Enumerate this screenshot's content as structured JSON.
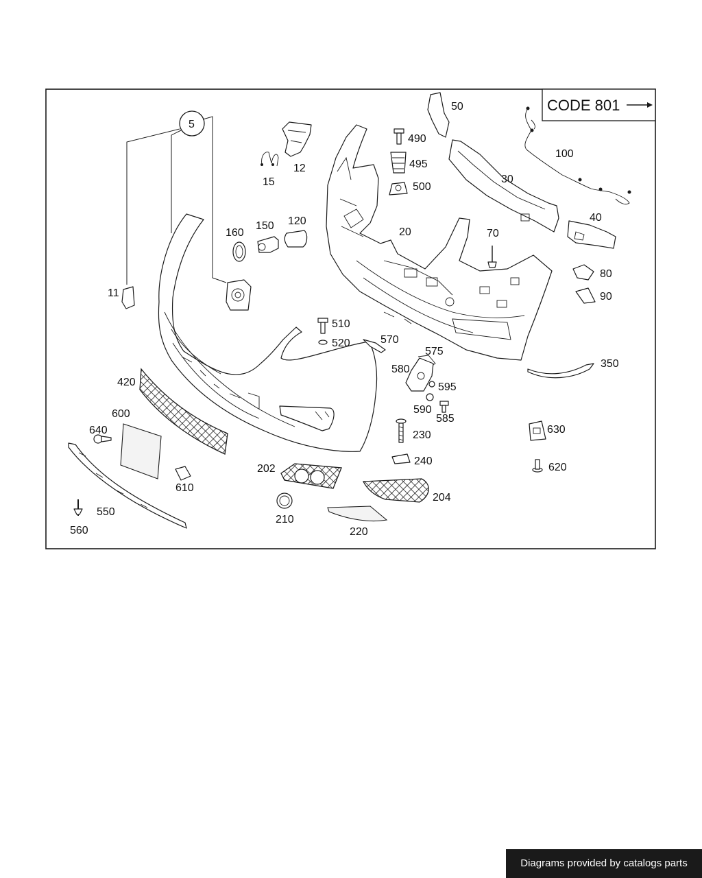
{
  "code_box": {
    "label": "CODE 801",
    "arrow": "→"
  },
  "callout_group": "5",
  "part_numbers": {
    "p11": "11",
    "p12": "12",
    "p15": "15",
    "p20": "20",
    "p30": "30",
    "p40": "40",
    "p50": "50",
    "p70": "70",
    "p80": "80",
    "p90": "90",
    "p100": "100",
    "p120": "120",
    "p150": "150",
    "p160": "160",
    "p202": "202",
    "p204": "204",
    "p210": "210",
    "p220": "220",
    "p230": "230",
    "p240": "240",
    "p350": "350",
    "p420": "420",
    "p490": "490",
    "p495": "495",
    "p500": "500",
    "p510": "510",
    "p520": "520",
    "p550": "550",
    "p560": "560",
    "p570": "570",
    "p575": "575",
    "p580": "580",
    "p585": "585",
    "p590": "590",
    "p595": "595",
    "p600": "600",
    "p610": "610",
    "p620": "620",
    "p630": "630",
    "p640": "640"
  },
  "credit": "Diagrams provided by catalogs parts"
}
